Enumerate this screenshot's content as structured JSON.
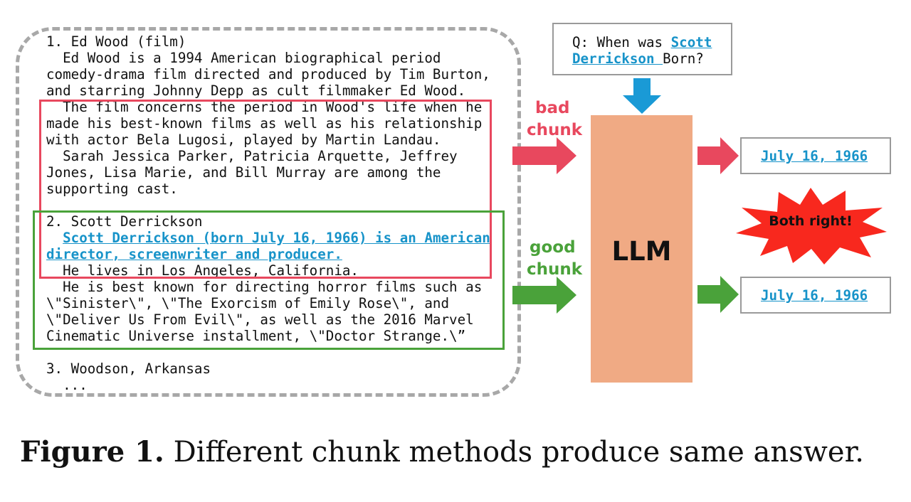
{
  "documents": {
    "doc1": {
      "title": "1. Ed Wood (film)",
      "lines": [
        "  Ed Wood is a 1994 American biographical period",
        "comedy-drama film directed and produced by Tim Burton,",
        "and starring Johnny Depp as cult filmmaker Ed Wood.",
        "  The film concerns the period in Wood's life when he",
        "made his best-known films as well as his relationship",
        "with actor Bela Lugosi, played by Martin Landau.",
        "  Sarah Jessica Parker, Patricia Arquette, Jeffrey",
        "Jones, Lisa Marie, and Bill Murray are among the",
        "supporting cast."
      ]
    },
    "doc2": {
      "title": "2. Scott Derrickson",
      "highlight_lines": [
        "Scott Derrickson (born July 16, 1966) is an American",
        "director, screenwriter and producer."
      ],
      "lines": [
        "  He lives in Los Angeles, California.",
        "  He is best known for directing horror films such as",
        "\\\"Sinister\\\", \\\"The Exorcism of Emily Rose\\\", and",
        "\\\"Deliver Us From Evil\\\", as well as the 2016 Marvel",
        "Cinematic Universe installment, \\\"Doctor Strange.\\”"
      ]
    },
    "doc3": {
      "title": "3. Woodson, Arkansas",
      "ellipsis": "  ..."
    }
  },
  "question": {
    "prefix": "Q: When was ",
    "entity_line1": "Scott",
    "entity_line2": "Derrickson ",
    "suffix": "Born?"
  },
  "llm_label": "LLM",
  "bad_chunk": {
    "line1": "bad",
    "line2": "chunk",
    "color": "#e8485e"
  },
  "good_chunk": {
    "line1": "good",
    "line2": "chunk",
    "color": "#4aa23a"
  },
  "answers": {
    "bad": "July 16, 1966",
    "good": "July 16, 1966"
  },
  "badge": "Both right!",
  "caption": {
    "label": "Figure 1.",
    "text": " Different chunk methods produce same answer."
  },
  "colors": {
    "query_arrow": "#1a9ad6",
    "llm_block": "#f0aa84",
    "highlight_text": "#1793c9",
    "badge_fill": "#f8281e",
    "frame": "#a8a8a8"
  }
}
